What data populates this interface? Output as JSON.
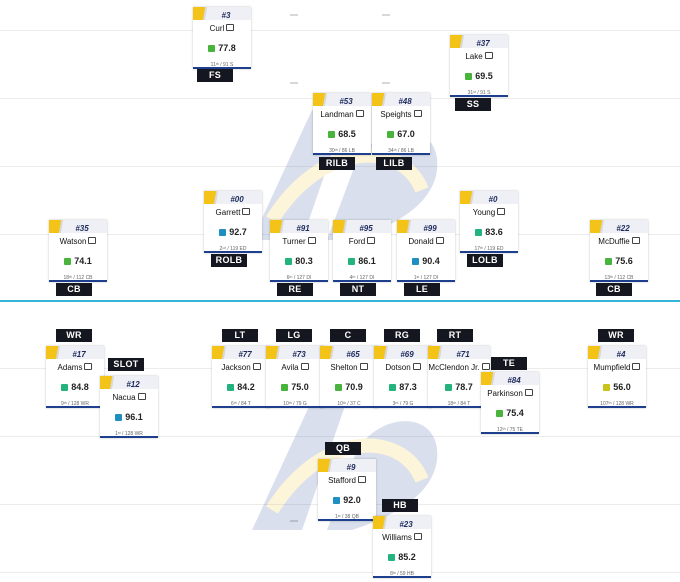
{
  "colors": {
    "grade_high": "#1f8fc2",
    "grade_good": "#23b47e",
    "grade_avg": "#48b43c",
    "grade_low": "#c9c31a",
    "rams_blue": "#1d3f8e",
    "rams_gold": "#f3c318",
    "scrimmage": "#35b4d9"
  },
  "icons": {
    "note": "note-icon",
    "logo": "rams-logo"
  },
  "players": [
    {
      "number": "#3",
      "name": "Curl",
      "grade": "77.8",
      "rank": "11ᵗʰ / 91 S",
      "tier": "avg"
    },
    {
      "number": "#37",
      "name": "Lake",
      "grade": "69.5",
      "rank": "31ˢᵗ / 91 S",
      "tier": "avg"
    },
    {
      "number": "#53",
      "name": "Landman",
      "grade": "68.5",
      "rank": "30ᵗʰ / 86 LB",
      "tier": "avg"
    },
    {
      "number": "#48",
      "name": "Speights",
      "grade": "67.0",
      "rank": "34ᵗʰ / 86 LB",
      "tier": "avg"
    },
    {
      "number": "#00",
      "name": "Garrett",
      "grade": "92.7",
      "rank": "2ⁿᵈ / 119 ED",
      "tier": "high"
    },
    {
      "number": "#0",
      "name": "Young",
      "grade": "83.6",
      "rank": "17ᵗʰ / 119 ED",
      "tier": "good"
    },
    {
      "number": "#35",
      "name": "Watson",
      "grade": "74.1",
      "rank": "18ᵗʰ / 112 CB",
      "tier": "avg"
    },
    {
      "number": "#91",
      "name": "Turner",
      "grade": "80.3",
      "rank": "6ᵗʰ / 127 DI",
      "tier": "good"
    },
    {
      "number": "#95",
      "name": "Ford",
      "grade": "86.1",
      "rank": "4ᵗʰ / 127 DI",
      "tier": "good"
    },
    {
      "number": "#99",
      "name": "Donald",
      "grade": "90.4",
      "rank": "1ˢᵗ / 127 DI",
      "tier": "high"
    },
    {
      "number": "#22",
      "name": "McDuffie",
      "grade": "75.6",
      "rank": "13ᵗʰ / 112 CB",
      "tier": "avg"
    },
    {
      "number": "#17",
      "name": "Adams",
      "grade": "84.8",
      "rank": "9ᵗʰ / 128 WR",
      "tier": "good"
    },
    {
      "number": "#12",
      "name": "Nacua",
      "grade": "96.1",
      "rank": "1ˢᵗ / 128 WR",
      "tier": "high"
    },
    {
      "number": "#77",
      "name": "Jackson",
      "grade": "84.2",
      "rank": "6ᵗʰ / 84 T",
      "tier": "good"
    },
    {
      "number": "#73",
      "name": "Avila",
      "grade": "75.0",
      "rank": "10ᵗʰ / 79 G",
      "tier": "avg"
    },
    {
      "number": "#65",
      "name": "Shelton",
      "grade": "70.9",
      "rank": "10ᵗʰ / 37 C",
      "tier": "avg"
    },
    {
      "number": "#69",
      "name": "Dotson",
      "grade": "87.3",
      "rank": "3ʳᵈ / 79 G",
      "tier": "good"
    },
    {
      "number": "#71",
      "name": "McClendon Jr.",
      "grade": "78.7",
      "rank": "18ᵗʰ / 84 T",
      "tier": "good"
    },
    {
      "number": "#84",
      "name": "Parkinson",
      "grade": "75.4",
      "rank": "12ᵗʰ / 75 TE",
      "tier": "avg"
    },
    {
      "number": "#4",
      "name": "Mumpfield",
      "grade": "56.0",
      "rank": "107ᵗʰ / 128 WR",
      "tier": "low"
    },
    {
      "number": "#9",
      "name": "Stafford",
      "grade": "92.0",
      "rank": "1ˢᵗ / 38 QB",
      "tier": "high"
    },
    {
      "number": "#23",
      "name": "Williams",
      "grade": "85.2",
      "rank": "8ᵗʰ / 59 HB",
      "tier": "good"
    }
  ],
  "positions": [
    "FS",
    "SS",
    "RILB",
    "LILB",
    "ROLB",
    "LOLB",
    "CB",
    "RE",
    "NT",
    "LE",
    "CB",
    "WR",
    "SLOT",
    "LT",
    "LG",
    "C",
    "RG",
    "RT",
    "TE",
    "WR",
    "QB",
    "HB"
  ]
}
